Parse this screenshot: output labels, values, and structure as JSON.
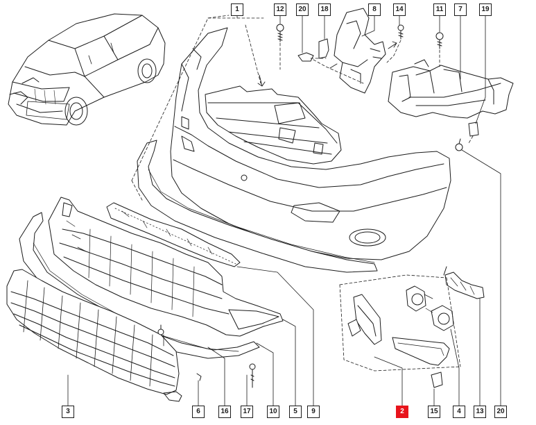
{
  "diagram": {
    "callouts": [
      {
        "id": "c1",
        "label": "1"
      },
      {
        "id": "c12",
        "label": "12"
      },
      {
        "id": "c20a",
        "label": "20"
      },
      {
        "id": "c18",
        "label": "18"
      },
      {
        "id": "c8",
        "label": "8"
      },
      {
        "id": "c14",
        "label": "14"
      },
      {
        "id": "c11",
        "label": "11"
      },
      {
        "id": "c7",
        "label": "7"
      },
      {
        "id": "c19",
        "label": "19"
      },
      {
        "id": "c3",
        "label": "3"
      },
      {
        "id": "c6",
        "label": "6"
      },
      {
        "id": "c16",
        "label": "16"
      },
      {
        "id": "c17",
        "label": "17"
      },
      {
        "id": "c10",
        "label": "10"
      },
      {
        "id": "c5",
        "label": "5"
      },
      {
        "id": "c9",
        "label": "9"
      },
      {
        "id": "c2",
        "label": "2"
      },
      {
        "id": "c15",
        "label": "15"
      },
      {
        "id": "c4",
        "label": "4"
      },
      {
        "id": "c13",
        "label": "13"
      },
      {
        "id": "c20b",
        "label": "20"
      }
    ],
    "highlight_color": "#e8141c",
    "line_color": "#1a1a1a",
    "highlighted_callout": "2"
  }
}
